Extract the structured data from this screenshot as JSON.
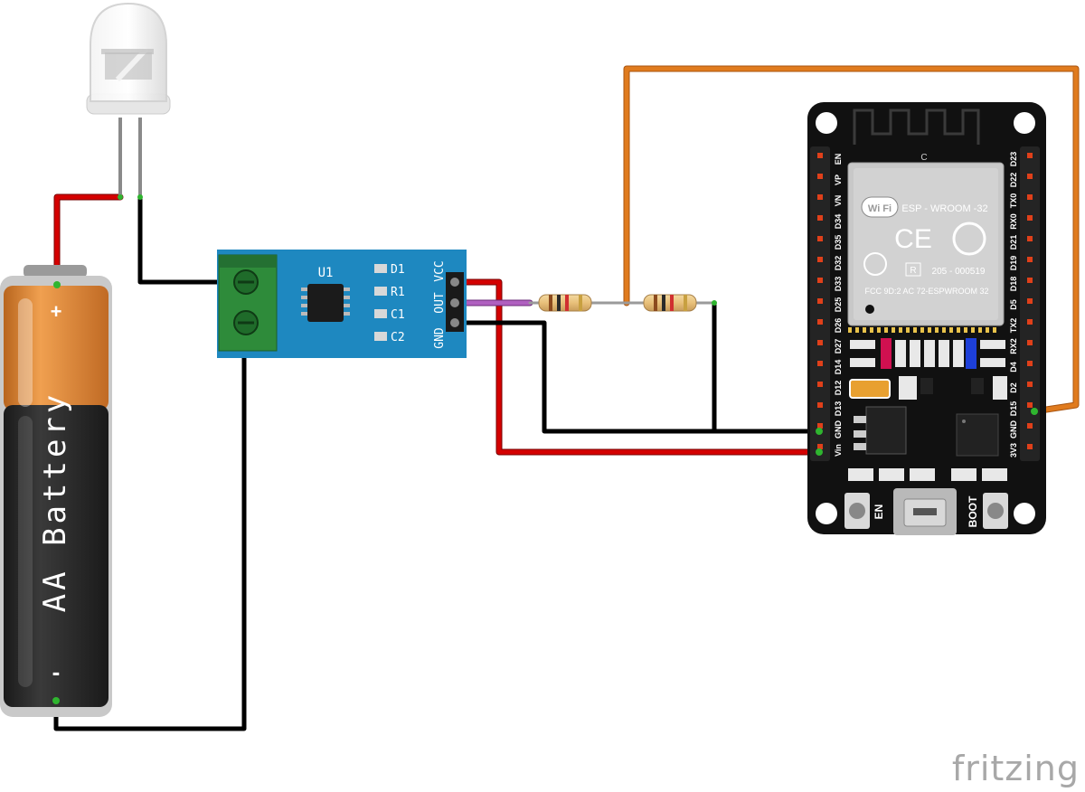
{
  "battery": {
    "label": "AA Battery",
    "plus": "+",
    "minus": "-"
  },
  "module": {
    "chip_label": "U1",
    "components": [
      "D1",
      "R1",
      "C1",
      "C2"
    ],
    "pins": [
      "VCC",
      "OUT",
      "GND"
    ]
  },
  "esp32": {
    "module_name": "ESP - WROOM -32",
    "wifi_text": "Wi Fi",
    "ce_mark": "CE",
    "r_mark": "R",
    "cert_number": "205 - 000519",
    "fcc_text": "FCC 9D:2 AC 72-ESPWROOM  32",
    "antenna_label": "C",
    "left_pins": [
      "EN",
      "VP",
      "VN",
      "D34",
      "D35",
      "D32",
      "D33",
      "D25",
      "D26",
      "D27",
      "D14",
      "D12",
      "D13",
      "GND",
      "Vin"
    ],
    "right_pins": [
      "D23",
      "D22",
      "TX0",
      "RX0",
      "D21",
      "D19",
      "D18",
      "D5",
      "TX2",
      "RX2",
      "D4",
      "D2",
      "D15",
      "GND",
      "3V3"
    ],
    "en_button": "EN",
    "boot_button": "BOOT"
  },
  "brand": "fritzing",
  "colors": {
    "wire_red": "#d40000",
    "wire_black": "#111111",
    "wire_orange": "#e07b1e",
    "wire_purple": "#a050b0",
    "module_blue": "#1e88c0",
    "terminal_green": "#2e8b3a",
    "board_black": "#111111",
    "battery_copper": "#d07a2e",
    "battery_black": "#252525"
  }
}
